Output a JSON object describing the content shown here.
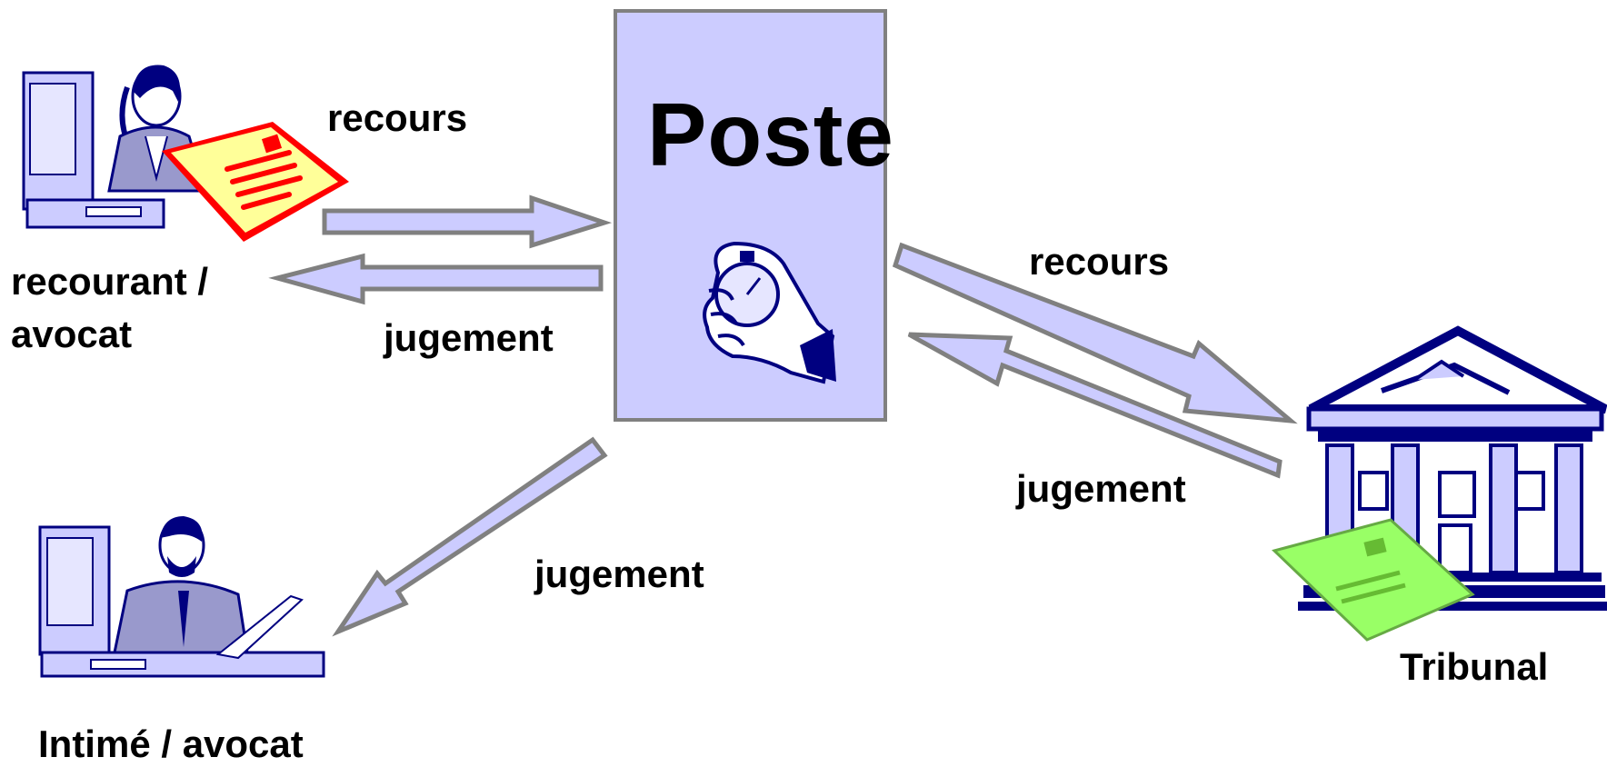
{
  "nodes": {
    "poste": "Poste",
    "recourant": [
      "recourant /",
      "avocat"
    ],
    "intime": "Intimé / avocat",
    "tribunal": "Tribunal"
  },
  "edges": {
    "recourant_to_poste": "recours",
    "poste_to_recourant": "jugement",
    "poste_to_tribunal": "recours",
    "tribunal_to_poste": "jugement",
    "poste_to_intime": "jugement"
  },
  "colors": {
    "arrow_fill": "#ccccff",
    "arrow_stroke": "#808080",
    "navy": "#000080",
    "paper_yellow": "#ffff99",
    "paper_red": "#ff0000",
    "paper_green": "#99ff66"
  },
  "icons": [
    "woman-at-computer-icon",
    "man-at-computer-icon",
    "stopwatch-hand-icon",
    "courthouse-icon"
  ]
}
